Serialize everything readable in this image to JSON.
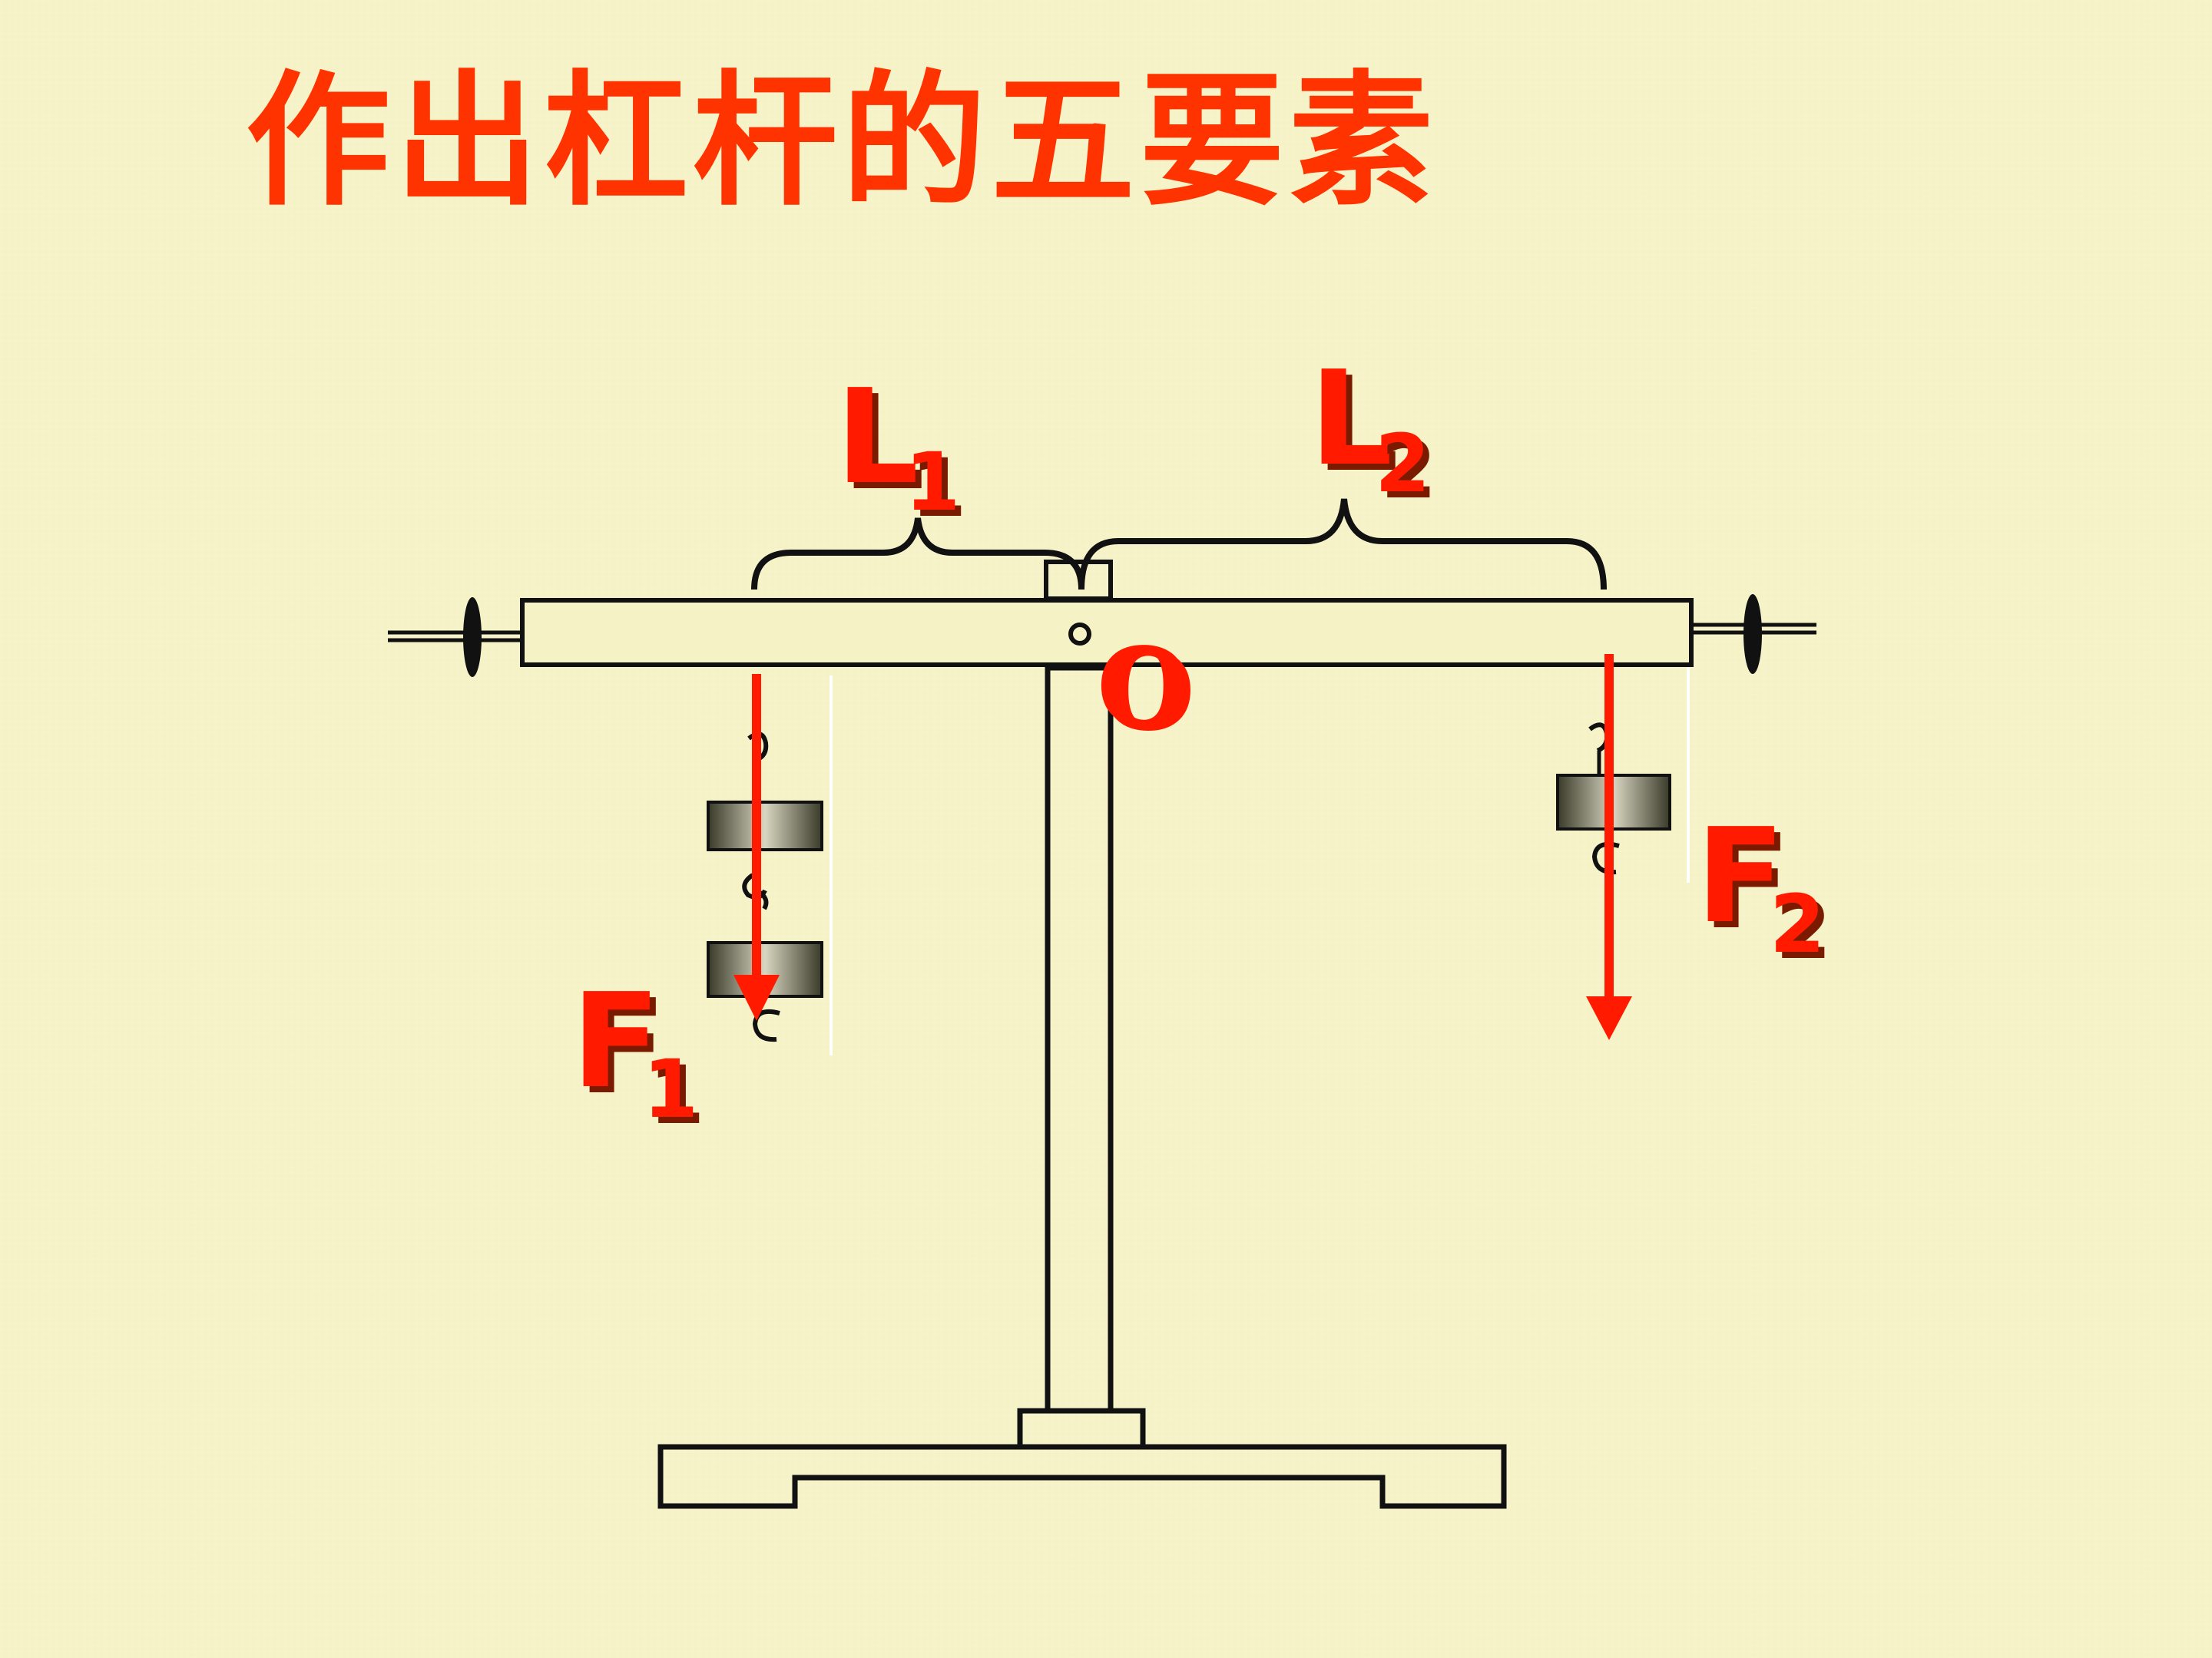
{
  "title": "作出杠杆的五要素",
  "labels": {
    "L1": {
      "main": "L",
      "sub": "1"
    },
    "L2": {
      "main": "L",
      "sub": "2"
    },
    "F1": {
      "main": "F",
      "sub": "1"
    },
    "F2": {
      "main": "F",
      "sub": "2"
    },
    "O": "O"
  },
  "colors": {
    "background": "#f5f2c6",
    "accent": "#ff1a00",
    "line": "#111111"
  }
}
